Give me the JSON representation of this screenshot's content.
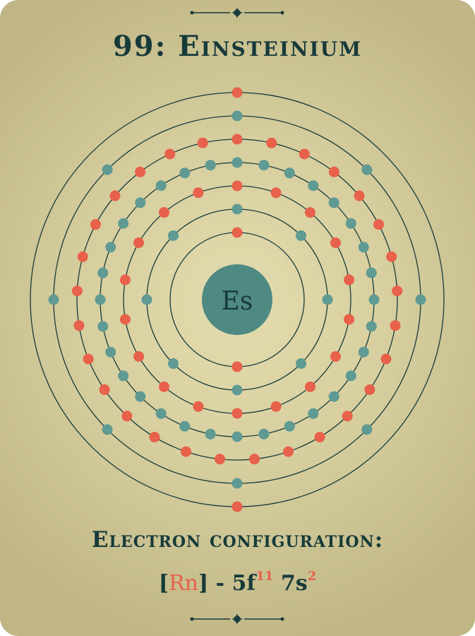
{
  "title": "99: Einsteinium",
  "element": {
    "symbol": "Es",
    "atomic_number": 99,
    "shell_electrons": [
      2,
      8,
      18,
      32,
      29,
      8,
      2
    ]
  },
  "configuration": {
    "label": "Electron configuration:",
    "core_open": "[",
    "core": "Rn",
    "core_close": "]",
    "separator": " - ",
    "orbital1": "5f",
    "orbital1_count": "11",
    "orbital2": "7s",
    "orbital2_count": "2"
  },
  "colors": {
    "background": "#d7cf9f",
    "ink": "#173a3a",
    "nucleus": "#4e8a82",
    "electron_teal": "#5f9a93",
    "electron_coral": "#e8614a"
  }
}
